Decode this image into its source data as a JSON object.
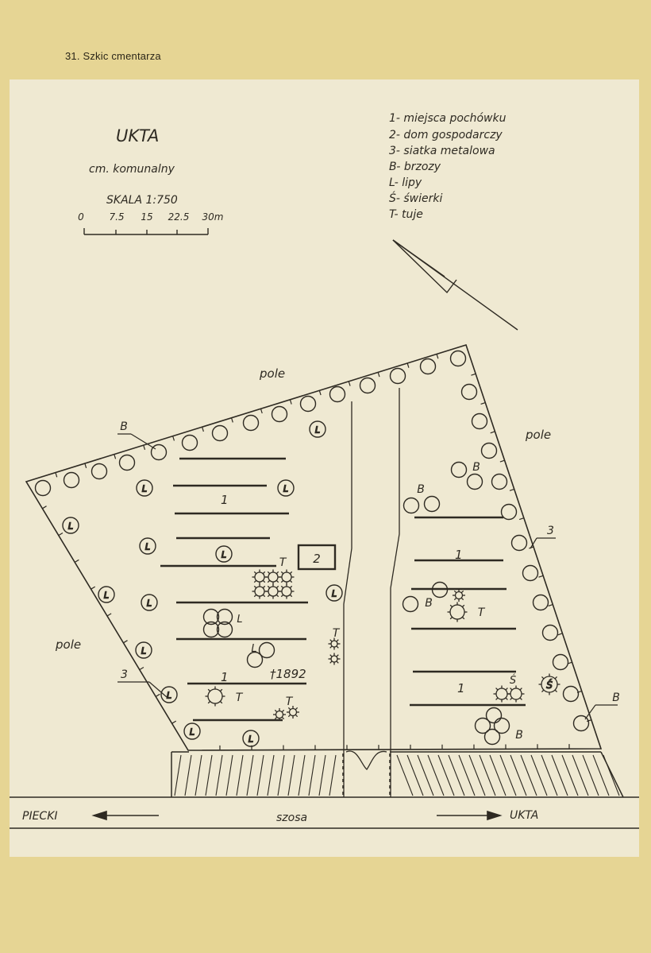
{
  "caption": "31. Szkic cmentarza",
  "title": "UKTA",
  "subtitle": "cm. komunalny",
  "scale": {
    "label": "SKALA 1:750",
    "ticks": [
      "0",
      "7.5",
      "15",
      "22.5",
      "30m"
    ]
  },
  "legend": [
    "1- miejsca pochówku",
    "2- dom gospodarczy",
    "3- siatka metalowa",
    "B- brzozy",
    "L- lipy",
    "Ś- świerki",
    "T- tuje"
  ],
  "areas": {
    "field_top": "pole",
    "field_right": "pole",
    "field_left": "pole"
  },
  "map_labels": {
    "birch": "B",
    "linden": "L",
    "thuja": "T",
    "spruce": "Ś",
    "burial": "1",
    "building": "2",
    "fence": "3",
    "monument": "†1892"
  },
  "road": {
    "name": "szosa",
    "left_town": "PIECKI",
    "right_town": "UKTA"
  }
}
